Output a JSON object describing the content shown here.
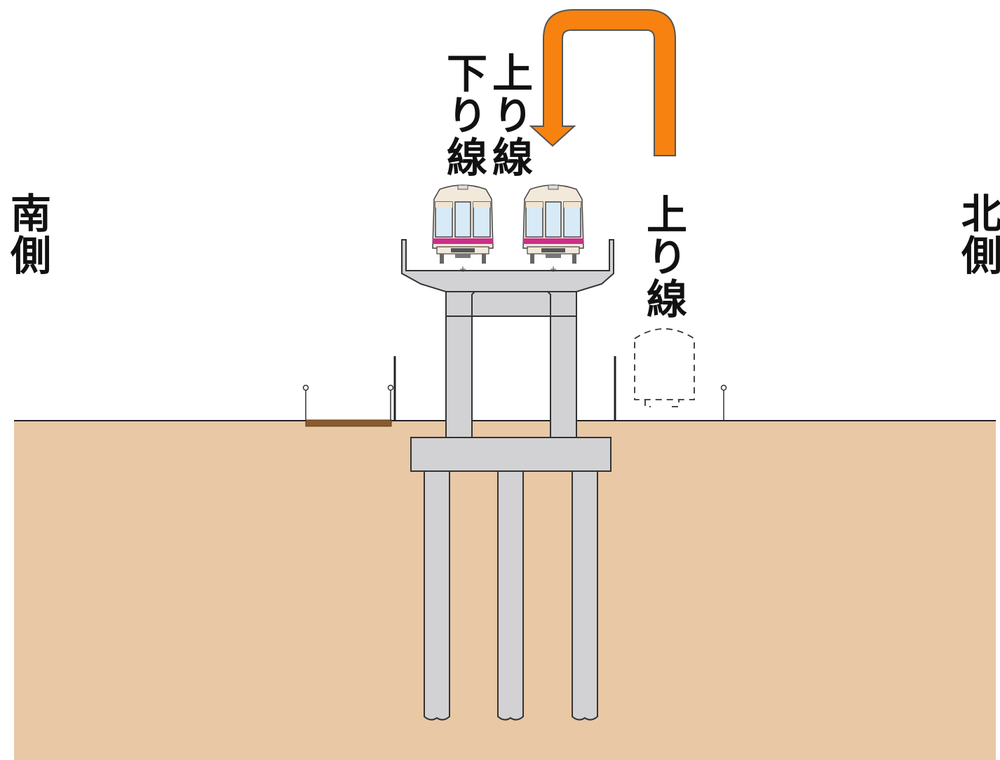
{
  "labels": {
    "south": "南側",
    "north": "北側",
    "down_line": "下り線",
    "up_line_viaduct": "上り線",
    "up_line_ground": "上り線"
  },
  "colors": {
    "soil": "#e9c8a5",
    "concrete": "#d2d2d4",
    "arrow": "#f7820f",
    "train_body": "#f3e9da",
    "train_window": "#d7eaf6",
    "train_stripe": "#cc2f8a",
    "brown_bar": "#8a5a2e"
  },
  "icons": [
    "train-front-icon",
    "lamp-post-icon",
    "return-arrow-icon"
  ]
}
